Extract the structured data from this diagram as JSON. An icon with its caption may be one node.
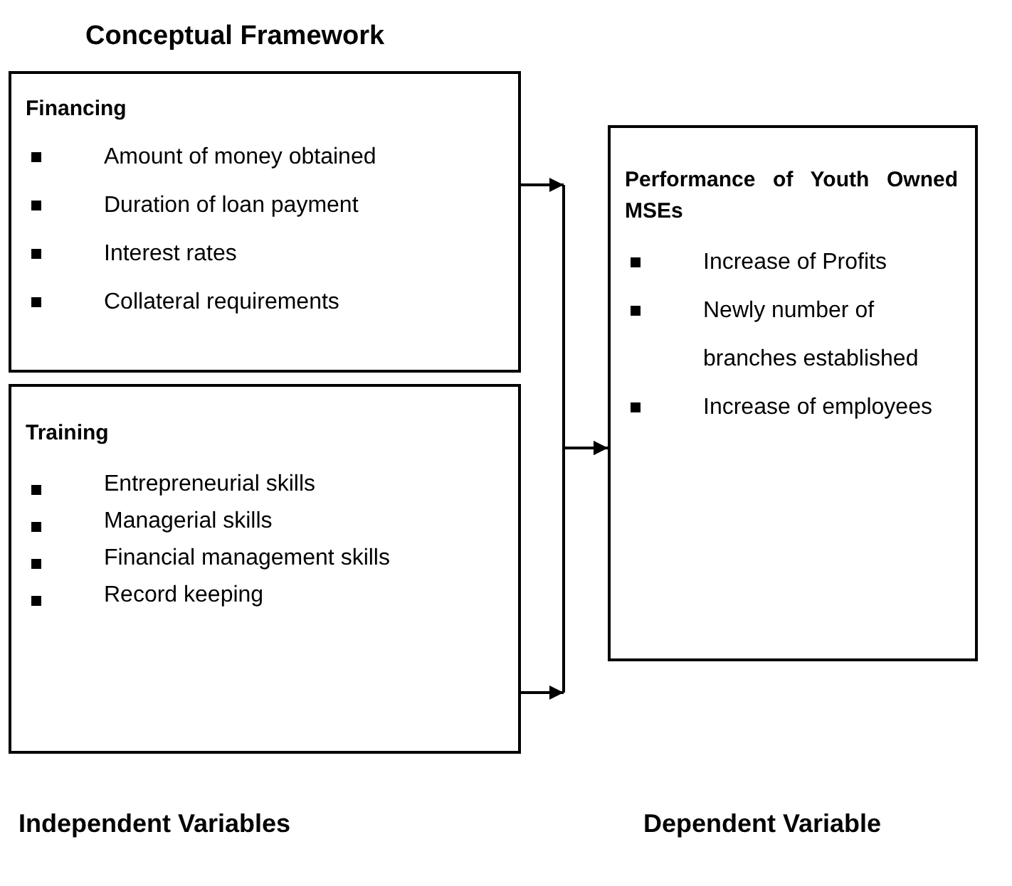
{
  "diagram": {
    "title": "Conceptual Framework",
    "nodes": [
      {
        "text": [
          "Financing",
          "Amount of money obtained",
          "Duration of loan  payment",
          "Interest rates",
          "Collateral requirements"
        ]
      },
      {
        "text": [
          "Training",
          "Entrepreneurial skills",
          "Managerial skills",
          "Financial  management skills",
          "Record keeping"
        ]
      },
      {
        "text": [
          "Performance of Youth Owned MSEs",
          "Increase of Profits",
          "Newly number of branches established",
          "Increase of employees"
        ]
      }
    ],
    "edges": [
      {
        "from": 0,
        "to": 2,
        "arrow": "to"
      },
      {
        "from": 1,
        "to": 2,
        "arrow": "to"
      }
    ],
    "labels": [
      "Independent Variables",
      "Dependent Variable"
    ]
  }
}
